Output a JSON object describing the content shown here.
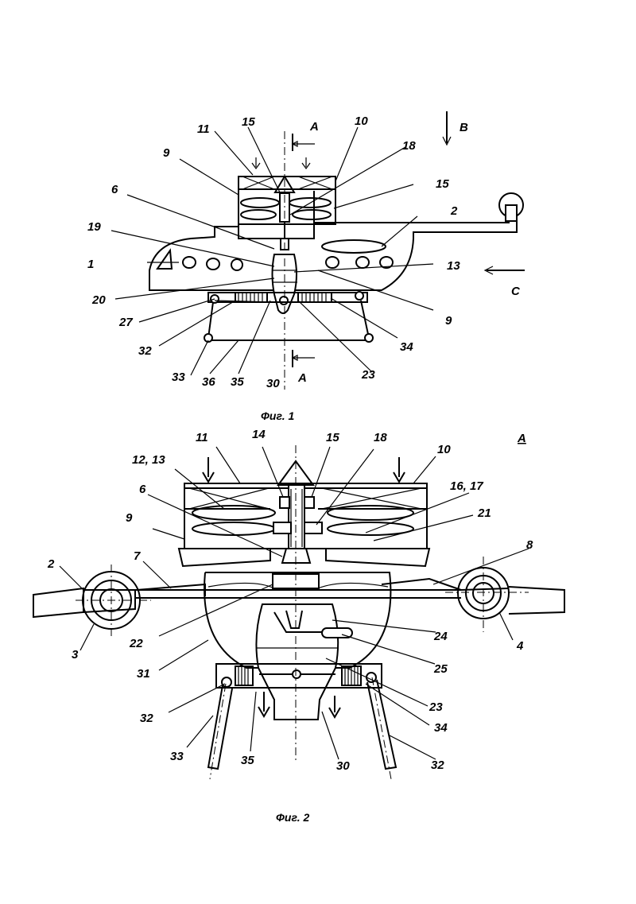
{
  "figures": [
    {
      "caption": "Фиг. 1",
      "labels": [
        "1",
        "2",
        "6",
        "9",
        "9",
        "10",
        "11",
        "13",
        "15",
        "15",
        "18",
        "19",
        "20",
        "23",
        "27",
        "30",
        "32",
        "33",
        "34",
        "35",
        "36",
        "А",
        "А",
        "В",
        "С"
      ]
    },
    {
      "caption": "Фиг. 2",
      "view_label": "А",
      "labels": [
        "2",
        "3",
        "4",
        "6",
        "7",
        "8",
        "9",
        "10",
        "11",
        "12, 13",
        "14",
        "15",
        "16, 17",
        "18",
        "21",
        "22",
        "23",
        "24",
        "25",
        "30",
        "31",
        "32",
        "32",
        "33",
        "34",
        "35"
      ]
    }
  ]
}
